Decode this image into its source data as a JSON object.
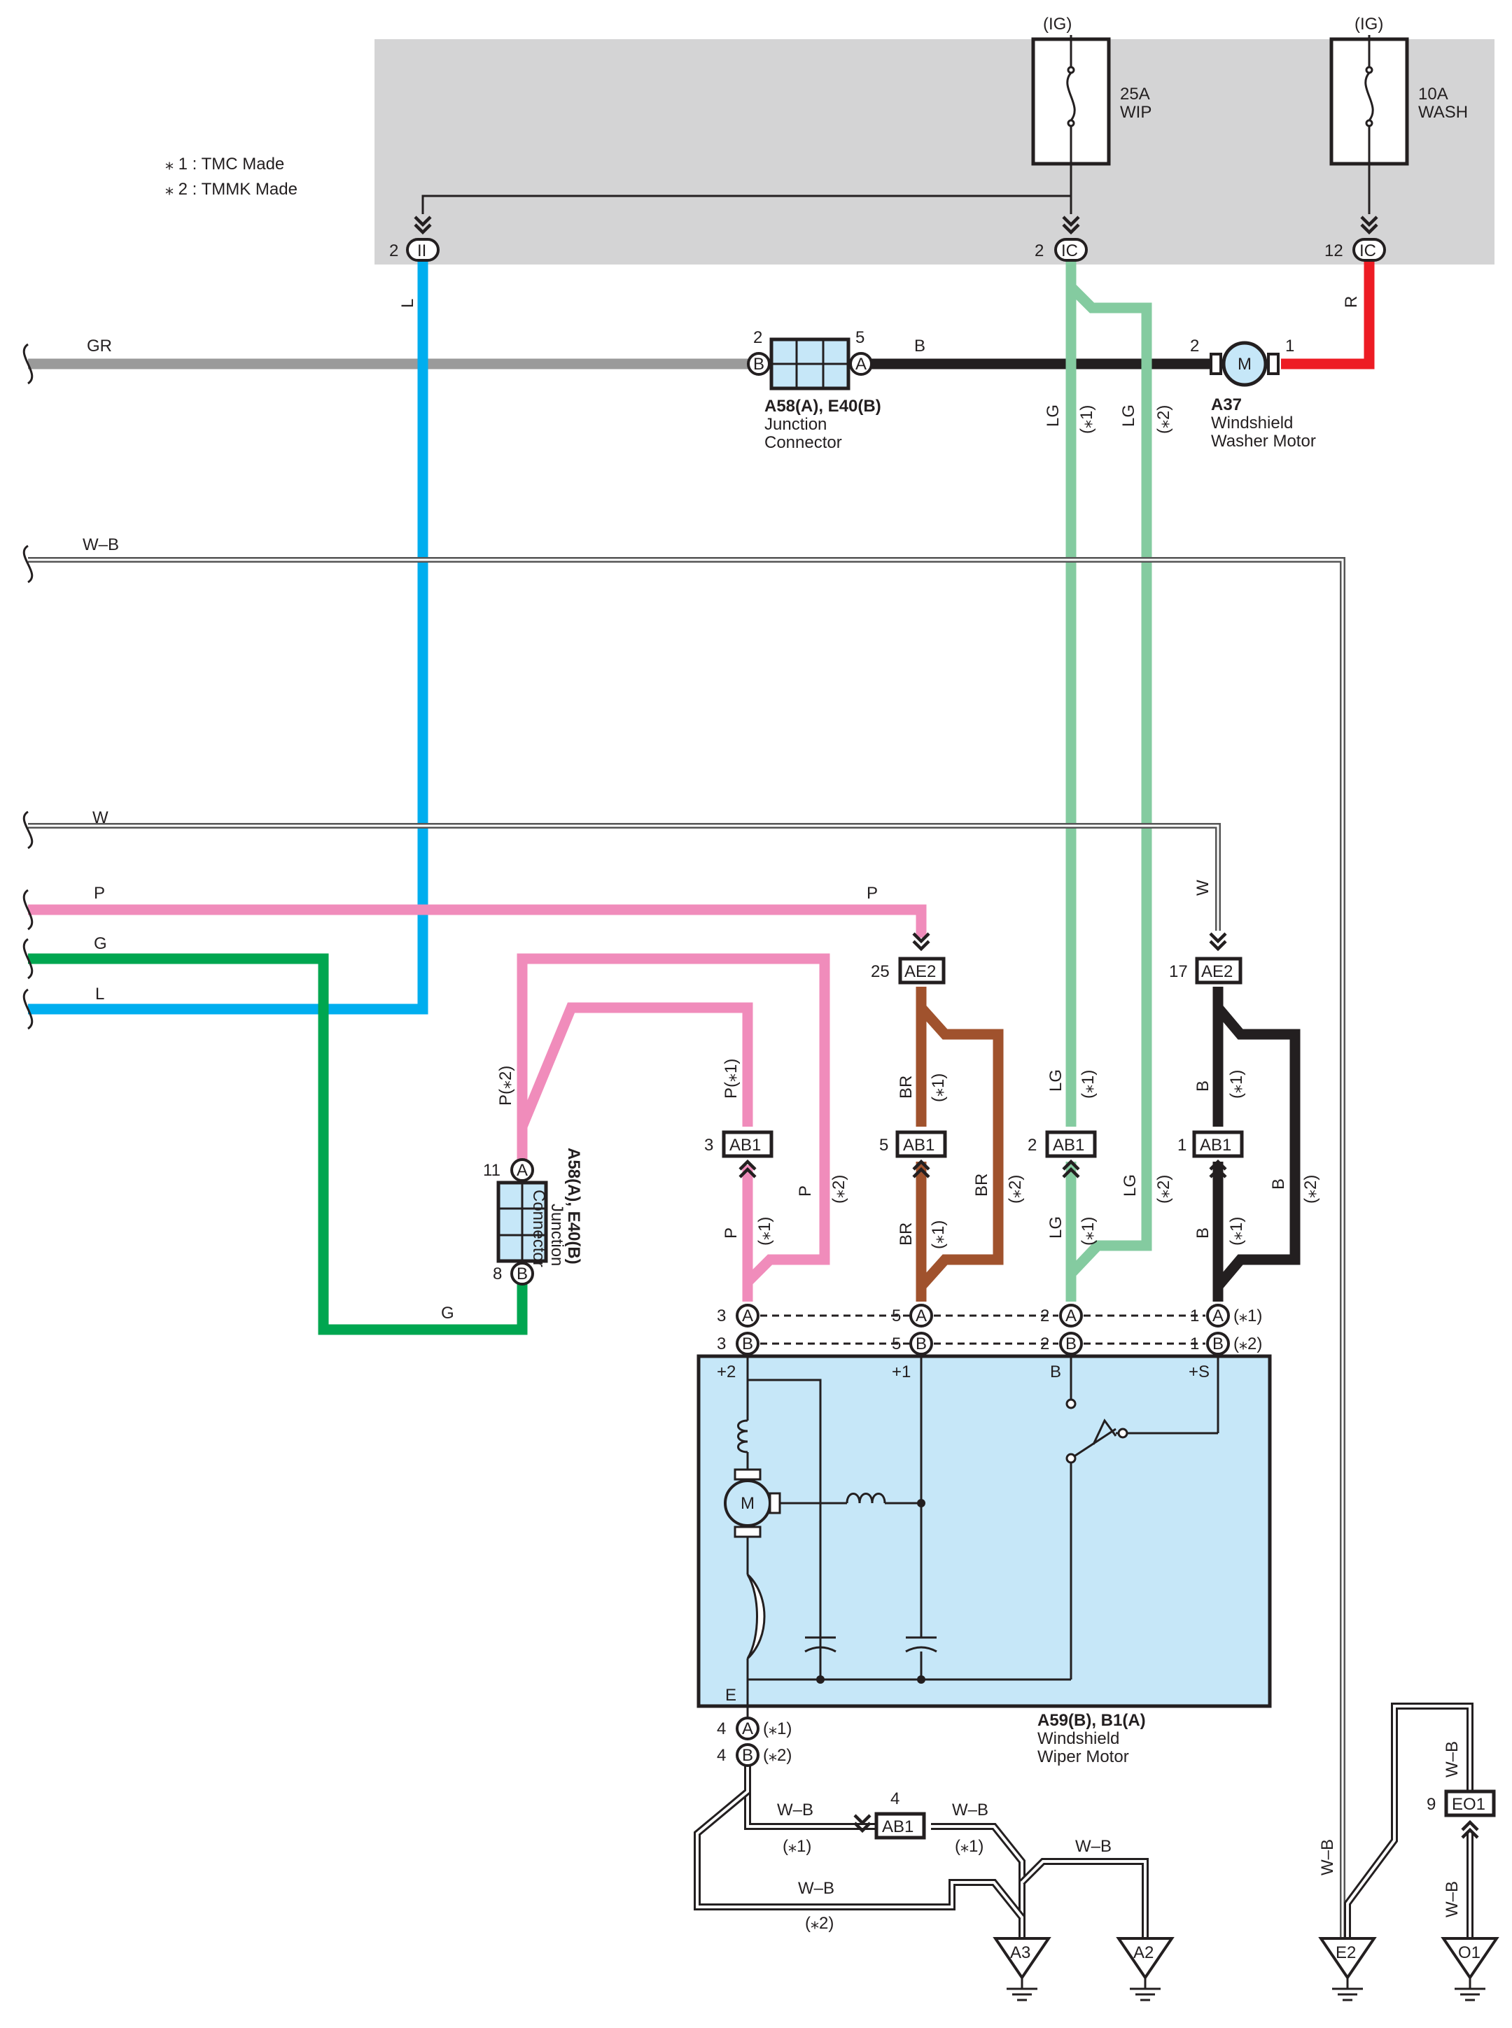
{
  "notes": {
    "n1": "⁎ 1 : TMC Made",
    "n2": "⁎ 2 : TMMK Made"
  },
  "fuses": [
    {
      "supply": "(IG)",
      "rating": "25A",
      "name": "WIP"
    },
    {
      "supply": "(IG)",
      "rating": "10A",
      "name": "WASH"
    }
  ],
  "junction_block_pins": [
    {
      "pin": "2",
      "conn": "II"
    },
    {
      "pin": "2",
      "conn": "IC"
    },
    {
      "pin": "12",
      "conn": "IC"
    }
  ],
  "wire_colors": {
    "L": "#00aeef",
    "LG": "#84cba0",
    "R": "#ed1c24",
    "P": "#f08cbb",
    "G": "#00a650",
    "BR": "#a0522d",
    "B": "#231f20",
    "GR": "#9a9a9a",
    "panel": "#d4d4d5",
    "motor_fill": "#c6e7f8"
  },
  "left_harness_labels": [
    "GR",
    "W–B",
    "W",
    "P",
    "G",
    "L"
  ],
  "wire_labels": {
    "L": "L",
    "LG": "LG",
    "R": "R",
    "B": "B",
    "P": "P",
    "G": "G",
    "BR": "BR",
    "W": "W",
    "WB": "W–B",
    "P_s2": "P(⁎2)",
    "P_s1": "P(⁎1)",
    "s1": "(⁎1)",
    "s2": "(⁎2)"
  },
  "junction_connector_top": {
    "code": "A58(A), E40(B)",
    "line1": "Junction",
    "line2": "Connector",
    "pin_b": "2",
    "pin_a": "5",
    "letter_b": "B",
    "letter_a": "A"
  },
  "washer_motor": {
    "code": "A37",
    "line1": "Windshield",
    "line2": "Washer Motor",
    "pin_left": "2",
    "pin_right": "1",
    "symbol": "M"
  },
  "junction_connector_left": {
    "code": "A58(A), E40(B)",
    "line1": "Junction",
    "line2": "Connector",
    "pin_a": "11",
    "pin_b": "8",
    "letter_a": "A",
    "letter_b": "B"
  },
  "ae2_connectors": [
    {
      "pin": "25",
      "name": "AE2"
    },
    {
      "pin": "17",
      "name": "AE2"
    }
  ],
  "ab1_connectors": [
    {
      "pin": "3",
      "name": "AB1"
    },
    {
      "pin": "5",
      "name": "AB1"
    },
    {
      "pin": "2",
      "name": "AB1"
    },
    {
      "pin": "1",
      "name": "AB1"
    }
  ],
  "wiper_pins": [
    "3",
    "5",
    "2",
    "1"
  ],
  "wiper_motor": {
    "code": "A59(B), B1(A)",
    "line1": "Windshield",
    "line2": "Wiper Motor",
    "t_plus2": "+2",
    "t_plus1": "+1",
    "t_b": "B",
    "t_plus_s": "+S",
    "t_e": "E",
    "symbol": "M",
    "letter_a": "A",
    "letter_b": "B",
    "ground_pin": "4"
  },
  "ground_connector": {
    "pin": "4",
    "name": "AB1"
  },
  "eo1_connector": {
    "pin": "9",
    "name": "EO1"
  },
  "grounds": [
    "A3",
    "A2",
    "E2",
    "O1"
  ]
}
